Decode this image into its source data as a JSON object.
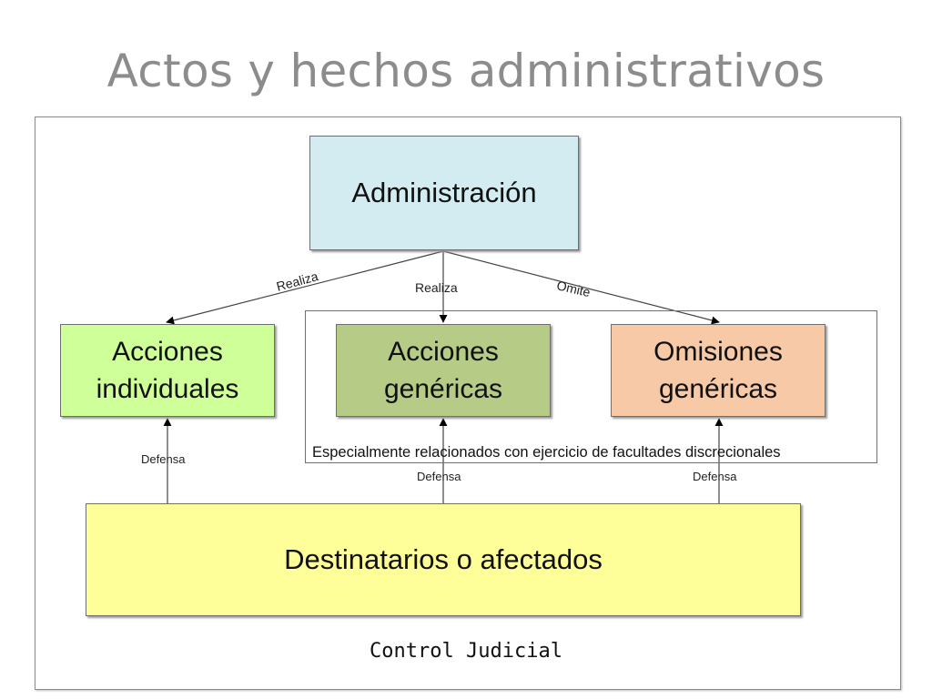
{
  "slide": {
    "title": "Actos y hechos administrativos"
  },
  "diagram": {
    "administracion": "Administración",
    "acciones_individuales": [
      "Acciones",
      "individuales"
    ],
    "acciones_genericas": [
      "Acciones",
      "genéricas"
    ],
    "omisiones_genericas": [
      "Omisiones",
      "genéricas"
    ],
    "destinatarios": "Destinatarios o afectados",
    "edges": {
      "realiza_left": "Realiza",
      "realiza_mid": "Realiza",
      "omite": "Omite",
      "defensa_1": "Defensa",
      "defensa_2": "Defensa",
      "defensa_3": "Defensa"
    },
    "note": "Especialmente relacionados con ejercicio de facultades discrecionales",
    "footer": "Control Judicial"
  }
}
